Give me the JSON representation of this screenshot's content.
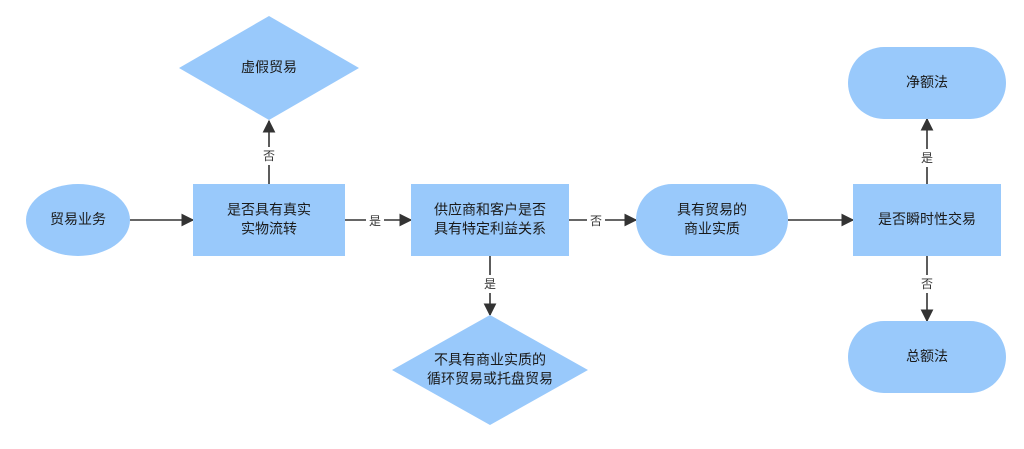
{
  "colors": {
    "node_fill": "#99c9fb",
    "edge": "#333333",
    "text": "#1a1a1a",
    "label_bg": "#ffffff"
  },
  "nodes": {
    "trade_business": {
      "shape": "ellipse",
      "lines": [
        "贸易业务"
      ]
    },
    "real_flow": {
      "shape": "rectangle",
      "lines": [
        "是否具有真实",
        "实物流转"
      ]
    },
    "fake_trade": {
      "shape": "diamond",
      "lines": [
        "虚假贸易"
      ]
    },
    "related_party": {
      "shape": "rectangle",
      "lines": [
        "供应商和客户是否",
        "具有特定利益关系"
      ]
    },
    "circular_trade": {
      "shape": "diamond",
      "lines": [
        "不具有商业实质的",
        "循环贸易或托盘贸易"
      ]
    },
    "commercial_substance": {
      "shape": "terminator",
      "lines": [
        "具有贸易的",
        "商业实质"
      ]
    },
    "instant_trade": {
      "shape": "rectangle",
      "lines": [
        "是否瞬时性交易"
      ]
    },
    "net_method": {
      "shape": "terminator",
      "lines": [
        "净额法"
      ]
    },
    "gross_method": {
      "shape": "terminator",
      "lines": [
        "总额法"
      ]
    }
  },
  "edges": [
    {
      "id": "trade_to_realflow",
      "from": "trade_business",
      "to": "real_flow",
      "label": ""
    },
    {
      "id": "realflow_no",
      "from": "real_flow",
      "to": "fake_trade",
      "label": "否"
    },
    {
      "id": "realflow_yes",
      "from": "real_flow",
      "to": "related_party",
      "label": "是"
    },
    {
      "id": "related_yes",
      "from": "related_party",
      "to": "circular_trade",
      "label": "是"
    },
    {
      "id": "related_no",
      "from": "related_party",
      "to": "commercial_substance",
      "label": "否"
    },
    {
      "id": "substance_to_instant",
      "from": "commercial_substance",
      "to": "instant_trade",
      "label": ""
    },
    {
      "id": "instant_yes",
      "from": "instant_trade",
      "to": "net_method",
      "label": "是"
    },
    {
      "id": "instant_no",
      "from": "instant_trade",
      "to": "gross_method",
      "label": "否"
    }
  ]
}
